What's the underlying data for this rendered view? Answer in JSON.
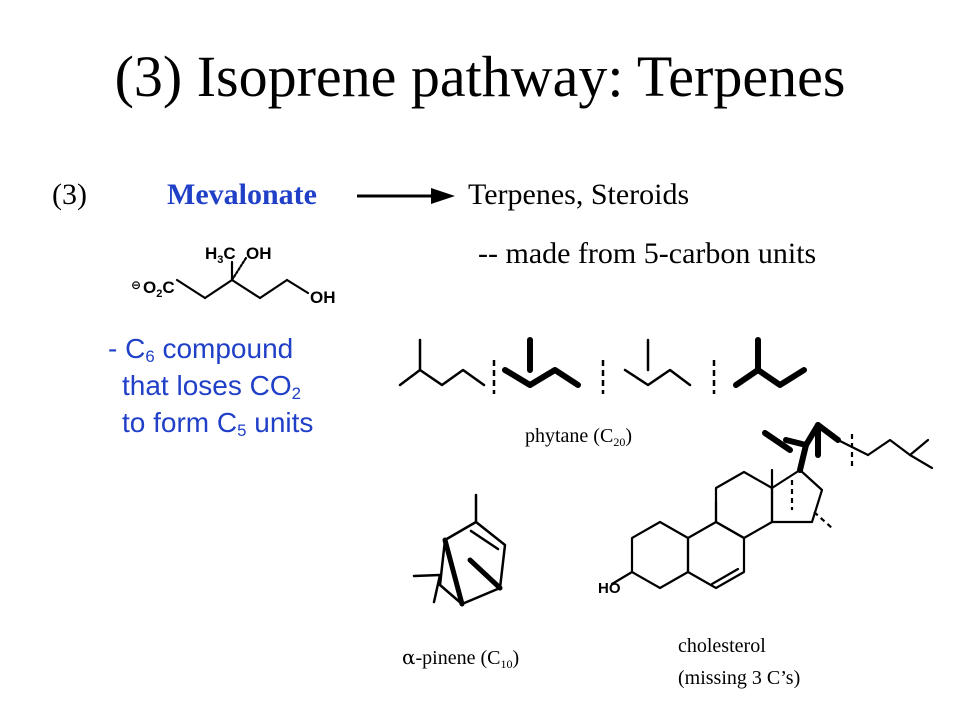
{
  "slide": {
    "title": "(3) Isoprene pathway: Terpenes",
    "step_number": "(3)",
    "mevalonate": "Mevalonate",
    "products": "Terpenes, Steroids",
    "made_from": "-- made from 5-carbon units"
  },
  "bullets": {
    "line1_prefix": "- C",
    "line1_sub": "6",
    "line1_suffix": " compound",
    "line2_prefix": "that loses CO",
    "line2_sub": "2",
    "line3_prefix": "to form C",
    "line3_sub": "5",
    "line3_suffix": " units"
  },
  "mevalonate_structure": {
    "charge": "⊖",
    "o2c": "O",
    "o2c_sub": "2",
    "o2c_c": "C",
    "h3c_h": "H",
    "h3c_sub": "3",
    "h3c_c": "C",
    "oh_top": "OH",
    "oh_end": "OH"
  },
  "labels": {
    "phytane_prefix": "phytane (C",
    "phytane_sub": "20",
    "phytane_suffix": ")",
    "pinene_alpha": "α",
    "pinene_prefix": "-pinene (C",
    "pinene_sub": "10",
    "pinene_suffix": ")",
    "cholesterol_line1": "cholesterol",
    "cholesterol_line2": "(missing 3 C’s)",
    "ho": "HO"
  }
}
